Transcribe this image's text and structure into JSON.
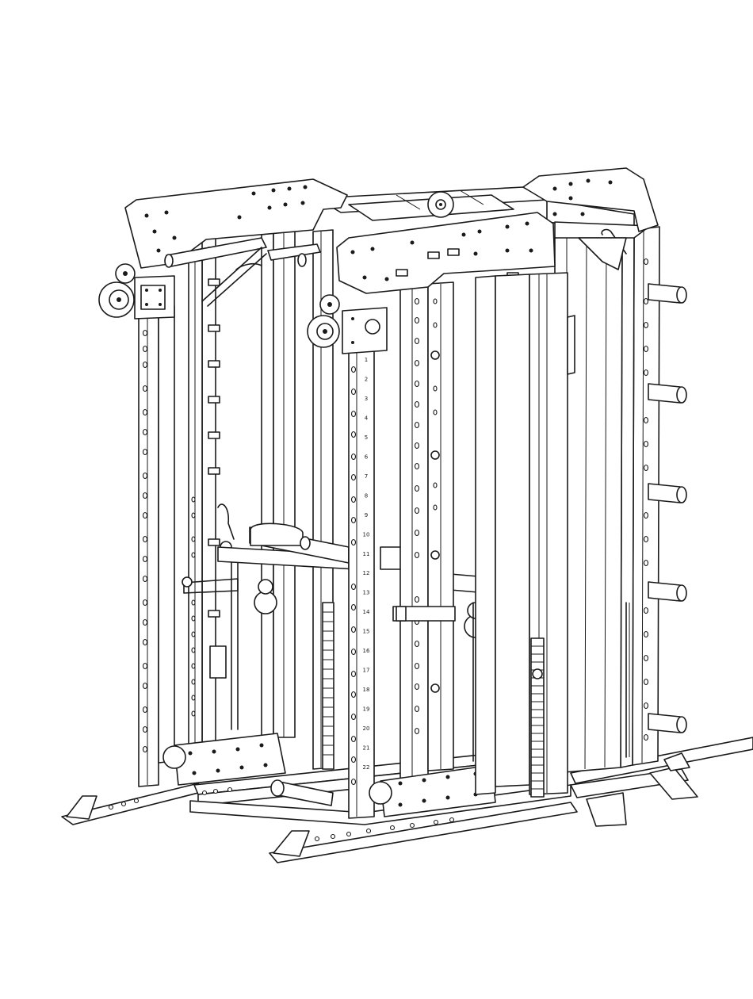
{
  "image": {
    "subject": "gym functional trainer / smith machine line drawing"
  },
  "upright_numbers": [
    "1",
    "2",
    "3",
    "4",
    "5",
    "6",
    "7",
    "8",
    "9",
    "10",
    "11",
    "12",
    "13",
    "14",
    "15",
    "16",
    "17",
    "18",
    "19",
    "20",
    "21",
    "22"
  ],
  "colors": {
    "stroke": "#1a1a1a",
    "background": "#ffffff"
  }
}
